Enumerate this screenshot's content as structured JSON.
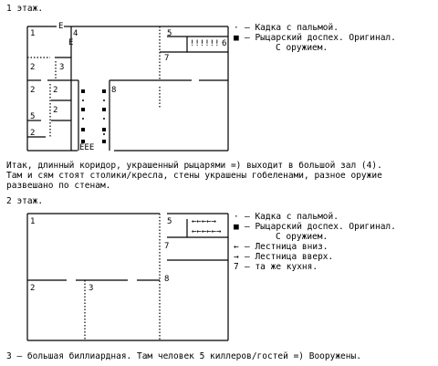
{
  "floor1": {
    "title": "1 этаж.",
    "rooms": [
      "1",
      "2",
      "2",
      "2",
      "2",
      "3",
      "4",
      "5",
      "5",
      "6",
      "7",
      "8"
    ],
    "marks": [
      "E",
      "E",
      "EEE"
    ],
    "legend": [
      {
        "sym": "·",
        "text": "– Кадка с пальмой."
      },
      {
        "sym": "■",
        "text": "– Рыцарский доспех. Оригинал."
      },
      {
        "sym": "",
        "text": "С оружием."
      }
    ],
    "description": "Итак, длинный коридор, украшенный рыцарями =) выходит в большой зал (4).\nТам и сям стоят столики/кресла, стены украшены гобеленами, разное оружие\nразвешано по стенам."
  },
  "floor2": {
    "title": "2 этаж.",
    "rooms": [
      "1",
      "5",
      "7",
      "2",
      "3",
      "8"
    ],
    "legend": [
      {
        "sym": "·",
        "text": "– Кадка с пальмой."
      },
      {
        "sym": "■",
        "text": "– Рыцарский доспех. Оригинал."
      },
      {
        "sym": "",
        "text": "С оружием."
      },
      {
        "sym": "←",
        "text": "– Лестница вниз."
      },
      {
        "sym": "→",
        "text": "– Лестница вверх."
      },
      {
        "sym": "7",
        "text": "– та же кухня."
      }
    ],
    "note": "3 – большая биллиардная. Там человек 5 киллеров/гостей =) Вооружены."
  }
}
